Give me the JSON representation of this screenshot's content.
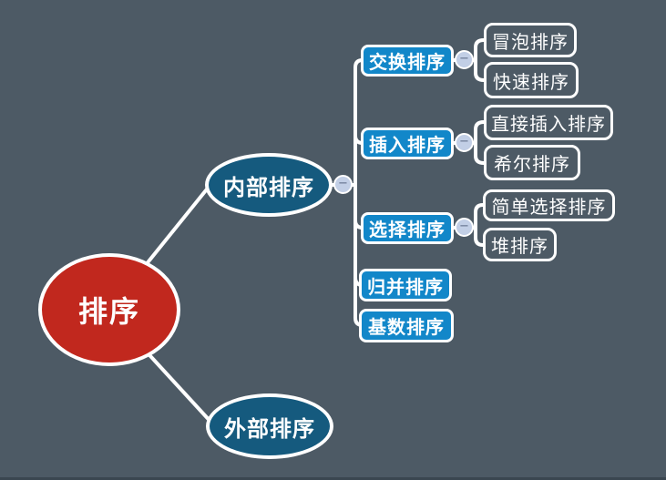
{
  "tree": {
    "label": "排序",
    "children": [
      {
        "label": "内部排序",
        "children": [
          {
            "label": "交换排序",
            "children": [
              {
                "label": "冒泡排序"
              },
              {
                "label": "快速排序"
              }
            ]
          },
          {
            "label": "插入排序",
            "children": [
              {
                "label": "直接插入排序"
              },
              {
                "label": "希尔排序"
              }
            ]
          },
          {
            "label": "选择排序",
            "children": [
              {
                "label": "简单选择排序"
              },
              {
                "label": "堆排序"
              }
            ]
          },
          {
            "label": "归并排序"
          },
          {
            "label": "基数排序"
          }
        ]
      },
      {
        "label": "外部排序"
      }
    ]
  },
  "collapse_button": {
    "glyph": "−",
    "state": "expanded"
  },
  "colors": {
    "background": "#4d5a65",
    "root_fill": "#c1281e",
    "branch_fill": "#155a7e",
    "topic_fill": "#1287c9",
    "connector": "#ffffff",
    "collapse_fill": "#c2cfe6"
  }
}
